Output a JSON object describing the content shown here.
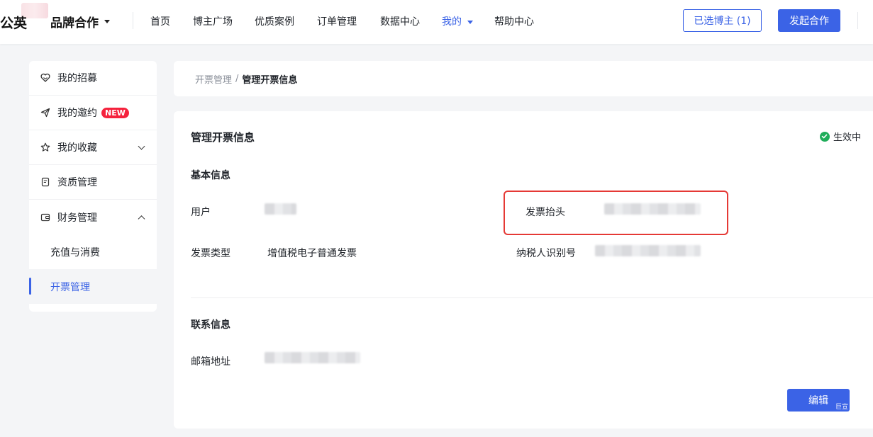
{
  "header": {
    "logo_text": "公英",
    "brand_label": "品牌合作",
    "nav": [
      {
        "label": "首页",
        "active": false
      },
      {
        "label": "博主广场",
        "active": false
      },
      {
        "label": "优质案例",
        "active": false
      },
      {
        "label": "订单管理",
        "active": false
      },
      {
        "label": "数据中心",
        "active": false
      },
      {
        "label": "我的",
        "active": true
      },
      {
        "label": "帮助中心",
        "active": false
      }
    ],
    "selected_bloggers_label": "已选博主 (1)",
    "start_collab_label": "发起合作"
  },
  "sidebar": {
    "items": [
      {
        "label": "我的招募",
        "icon": "heart-handshake-icon"
      },
      {
        "label": "我的邀约",
        "icon": "paper-plane-icon",
        "badge": "NEW"
      },
      {
        "label": "我的收藏",
        "icon": "star-icon",
        "expand": "down"
      },
      {
        "label": "资质管理",
        "icon": "document-icon"
      },
      {
        "label": "财务管理",
        "icon": "wallet-icon",
        "expand": "up"
      }
    ],
    "sub_items": [
      {
        "label": "充值与消费",
        "active": false
      },
      {
        "label": "开票管理",
        "active": true
      }
    ]
  },
  "breadcrumb": {
    "parent": "开票管理",
    "separator": "/",
    "current": "管理开票信息"
  },
  "main": {
    "title": "管理开票信息",
    "status": "生效中",
    "basic_section": "基本信息",
    "fields": {
      "user_label": "用户",
      "invoice_header_label": "发票抬头",
      "invoice_type_label": "发票类型",
      "invoice_type_value": "增值税电子普通发票",
      "taxpayer_id_label": "纳税人识别号"
    },
    "contact_section": "联系信息",
    "email_label": "邮箱地址",
    "edit_button": "编辑",
    "watermark": "巨宣"
  },
  "colors": {
    "accent": "#3b63e6",
    "new_badge": "#f5223d",
    "status_green": "#1fad5a",
    "highlight_red": "#e53935"
  }
}
